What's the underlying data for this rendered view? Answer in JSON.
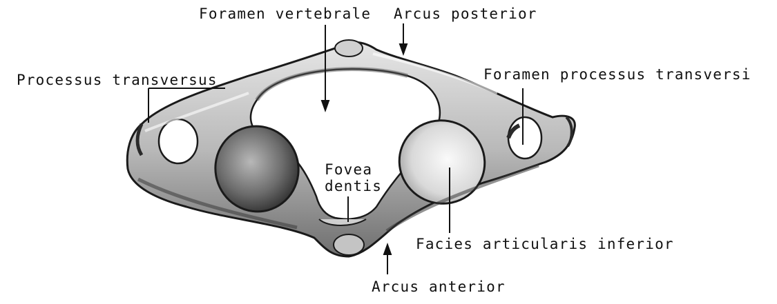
{
  "diagram": {
    "labels": {
      "foramen_vertebrale": "Foramen vertebrale",
      "arcus_posterior": "Arcus posterior",
      "processus_transversus": "Processus transversus",
      "foramen_processus_transversi": "Foramen processus transversi",
      "fovea_dentis_line1": "Fovea",
      "fovea_dentis_line2": "dentis",
      "facies_articularis_inferior": "Facies articularis inferior",
      "arcus_anterior": "Arcus anterior"
    },
    "colors": {
      "background": "#ffffff",
      "bone_light": "#d8d8d8",
      "bone_mid": "#9a9a9a",
      "bone_dark": "#3a3a3a",
      "outline": "#1a1a1a",
      "text": "#111111"
    }
  }
}
